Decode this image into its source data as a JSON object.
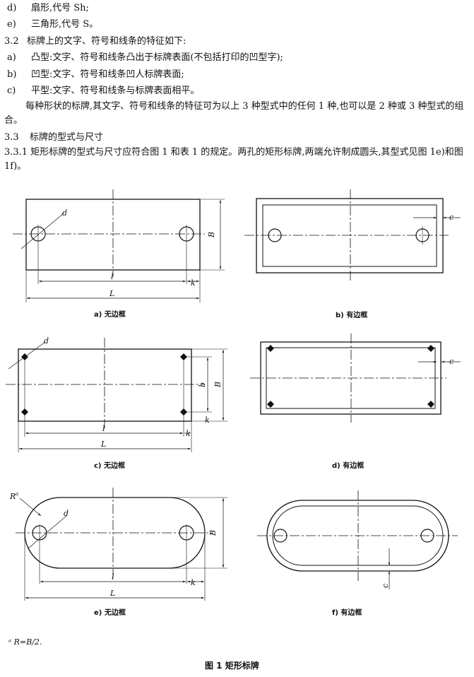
{
  "lines": [
    {
      "num": "d)",
      "text": "扇形,代号 Sh;"
    },
    {
      "num": "e)",
      "text": "三角形,代号 S。"
    },
    {
      "num": "3.2",
      "text": "标牌上的文字、符号和线条的特征如下:"
    },
    {
      "num": "a)",
      "text": "凸型:文字、符号和线条凸出于标牌表面(不包括打印的凹型字);"
    },
    {
      "num": "b)",
      "text": "凹型:文字、符号和线条凹人标牌表面;"
    },
    {
      "num": "c)",
      "text": "平型:文字、符号和线条与标牌表面相平。"
    }
  ],
  "para1": "每种形状的标牌,其文字、符号和线条的特征可为以上 3 种型式中的任何 1 种,也可以是 2 种或 3 种型式的组合。",
  "section_33": {
    "num": "3.3",
    "text": "标牌的型式与尺寸"
  },
  "para2": "3.3.1 矩形标牌的型式与尺寸应符合图 1 和表 1 的规定。两孔的矩形标牌,两端允许制成圆头,其型式见图 1e)和图 1f)。",
  "figure": {
    "subcaptions": {
      "a": "a)  无边框",
      "b": "b)  有边框",
      "c": "c)  无边框",
      "d": "d)  有边框",
      "e": "e)  无边框",
      "f": "f)  有边框"
    },
    "labels": {
      "d": "d",
      "B": "B",
      "b": "b",
      "l": "l",
      "L": "L",
      "k": "k",
      "c": "c",
      "R": "R",
      "a_star": "a"
    },
    "footnote": "ᵃ R=B/2.",
    "caption": "图 1   矩形标牌"
  }
}
